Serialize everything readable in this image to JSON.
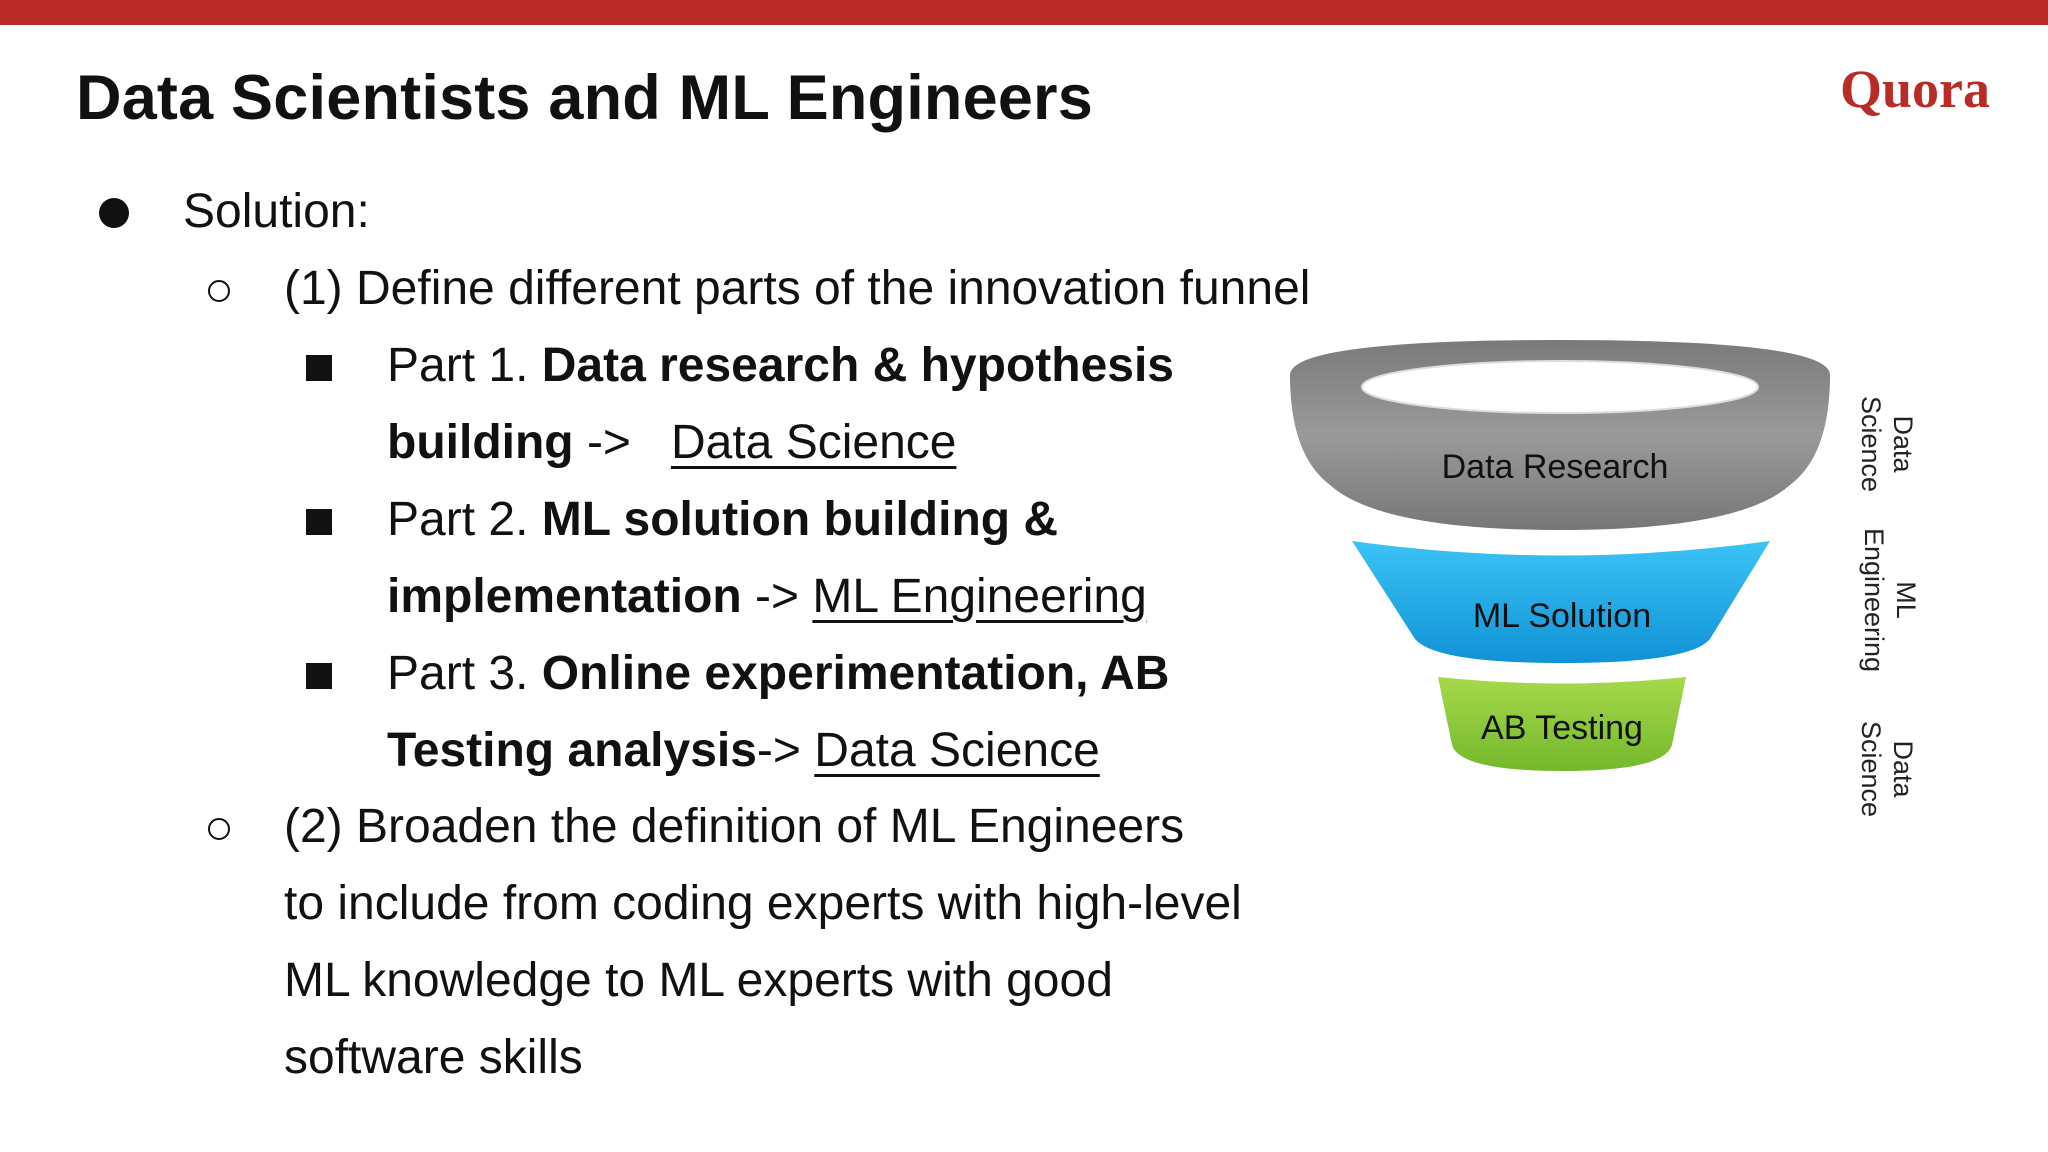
{
  "header": {
    "title": "Data Scientists and ML Engineers",
    "logo_text": "Quora",
    "bar_color": "#b92b27"
  },
  "content": {
    "solution_label": "Solution:",
    "item1": {
      "text": "(1) Define different parts of the innovation funnel",
      "parts": [
        {
          "prefix": "Part 1. ",
          "bold1": "Data research & hypothesis",
          "bold2": "building",
          "arrow": " ->   ",
          "link": "Data Science"
        },
        {
          "prefix": "Part 2. ",
          "bold1": "ML solution building &",
          "bold2": "implementation",
          "arrow": " -> ",
          "link": "ML Engineering"
        },
        {
          "prefix": "Part 3. ",
          "bold1": "Online experimentation, AB",
          "bold2": "Testing analysis",
          "arrow": "-> ",
          "link": "Data Science"
        }
      ]
    },
    "item2": {
      "lines": [
        "(2) Broaden the definition of ML Engineers",
        "to include from coding experts with high-level",
        "ML knowledge to ML experts with good",
        "software skills"
      ]
    }
  },
  "funnel": {
    "stages": [
      {
        "label": "Data Research",
        "color": "#8c8c8c"
      },
      {
        "label": "ML Solution",
        "color": "#1ea7e4"
      },
      {
        "label": "AB Testing",
        "color": "#8dc63f"
      }
    ],
    "side_labels": [
      {
        "line1": "Data",
        "line2": "Science"
      },
      {
        "line1": "ML",
        "line2": "Engineering"
      },
      {
        "line1": "Data",
        "line2": "Science"
      }
    ]
  }
}
